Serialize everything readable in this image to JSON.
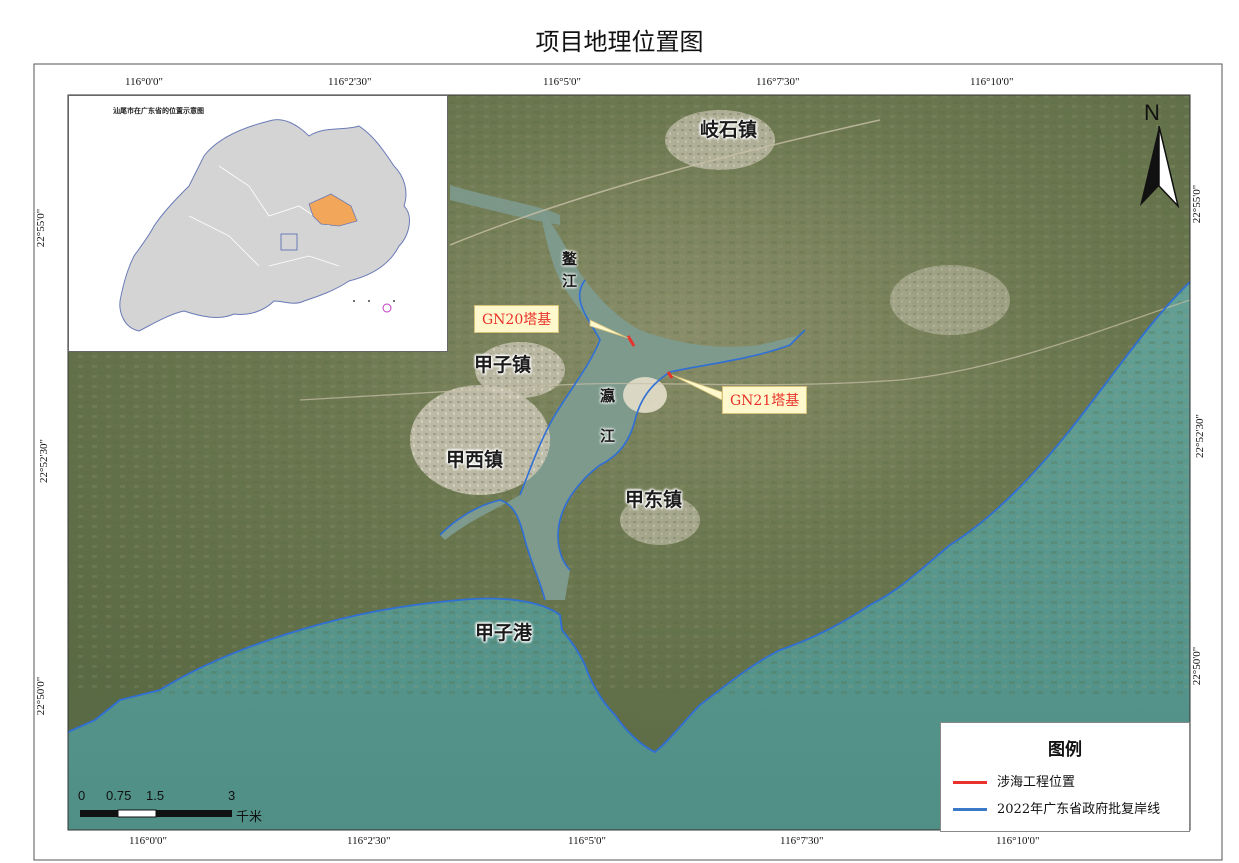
{
  "title": "项目地理位置图",
  "coords": {
    "top": [
      "116°0'0\"",
      "116°2'30\"",
      "116°5'0\"",
      "116°7'30\"",
      "116°10'0\""
    ],
    "bottom": [
      "116°0'0\"",
      "116°2'30\"",
      "116°5'0\"",
      "116°7'30\"",
      "116°10'0\""
    ],
    "left": [
      "22°55'0\"",
      "22°52'30\"",
      "22°50'0\""
    ],
    "right": [
      "22°55'0\"",
      "22°52'30\"",
      "22°50'0\""
    ]
  },
  "places": {
    "qishi": "岐石镇",
    "jiazi": "甲子镇",
    "jiaxi": "甲西镇",
    "jiadong": "甲东镇",
    "jiazigang": "甲子港"
  },
  "rivers": {
    "aojiang_1": "鳌",
    "aojiang_2": "江",
    "yingjiang_1": "瀛",
    "yingjiang_2": "江"
  },
  "callouts": {
    "gn20": "GN20塔基",
    "gn21": "GN21塔基"
  },
  "north": "N",
  "scale": {
    "labels": [
      "0",
      "0.75",
      "1.5",
      "3"
    ],
    "unit": "千米"
  },
  "legend": {
    "title": "图例",
    "items": [
      {
        "label": "涉海工程位置",
        "color": "#e8322b"
      },
      {
        "label": "2022年广东省政府批复岸线",
        "color": "#3a78c8"
      }
    ]
  },
  "inset": {
    "title": "汕尾市在广东省的位置示意图"
  },
  "colors": {
    "sea": "#5f9c93",
    "land": "#6f7a52",
    "coastline": "#2f6fd6",
    "project": "#e8322b"
  }
}
